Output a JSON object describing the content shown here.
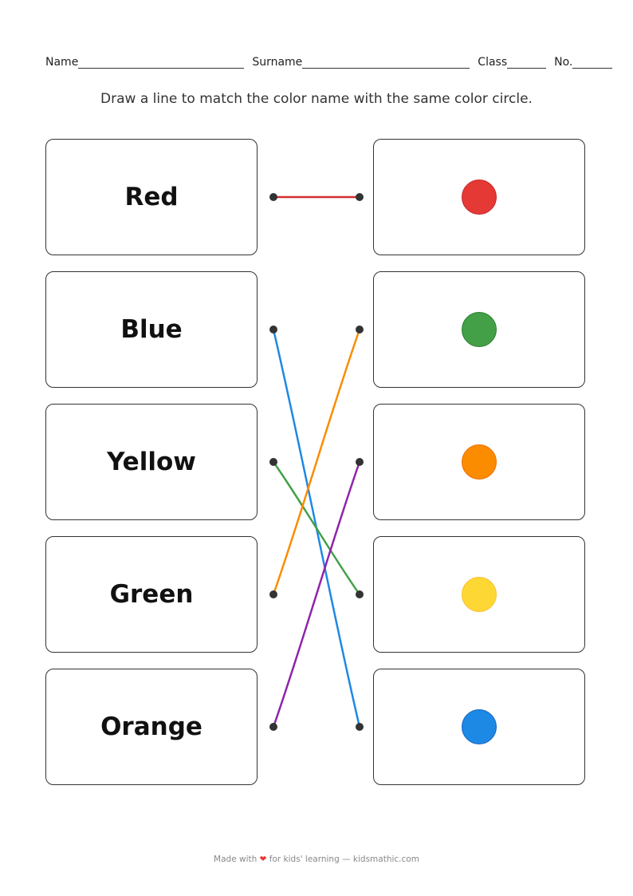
{
  "header": {
    "name_label": "Name",
    "surname_label": "Surname",
    "class_label": "Class",
    "no_label": "No."
  },
  "instruction": "Draw a line to match the color name with the same color circle.",
  "words": [
    "Red",
    "Blue",
    "Yellow",
    "Green",
    "Orange"
  ],
  "circles": [
    {
      "color": "#e53935",
      "border": "#c62828"
    },
    {
      "color": "#43a047",
      "border": "#2e7d32"
    },
    {
      "color": "#fb8c00",
      "border": "#ef6c00"
    },
    {
      "color": "#fdd835",
      "border": "#f9c02d"
    },
    {
      "color": "#1e88e5",
      "border": "#1565c0"
    }
  ],
  "matches": [
    {
      "from": 0,
      "to": 0,
      "color": "#d32f2f"
    },
    {
      "from": 1,
      "to": 4,
      "color": "#1e88e5"
    },
    {
      "from": 2,
      "to": 3,
      "color": "#43a047"
    },
    {
      "from": 3,
      "to": 1,
      "color": "#fb8c00"
    },
    {
      "from": 4,
      "to": 2,
      "color": "#8e24aa"
    }
  ],
  "footer": {
    "prefix": "Made with",
    "heart": "❤",
    "suffix": "for kids' learning — kidsmathic.com"
  }
}
